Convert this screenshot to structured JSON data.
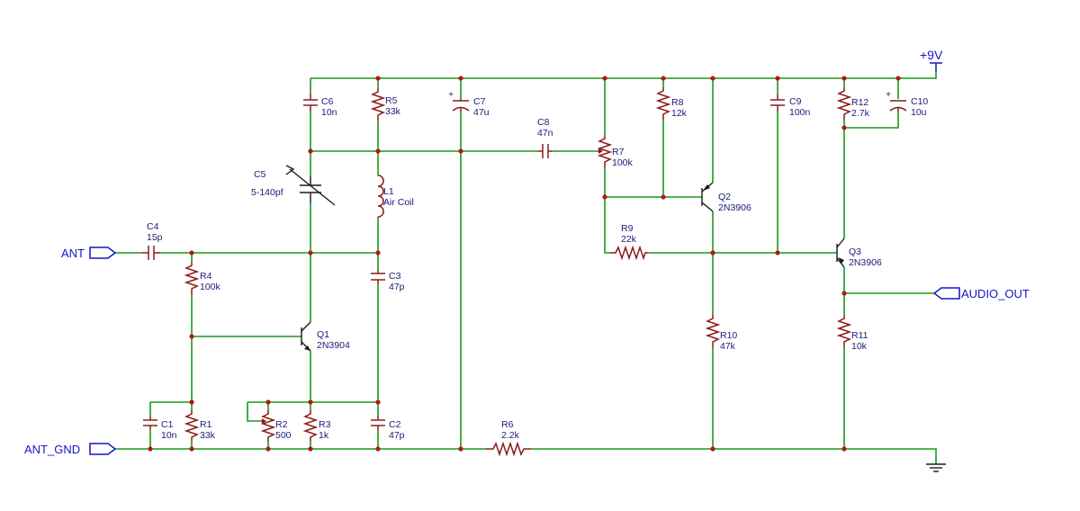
{
  "ports": {
    "ant": "ANT",
    "ant_gnd": "ANT_GND",
    "audio_out": "AUDIO_OUT"
  },
  "power": {
    "supply": "+9V"
  },
  "components": {
    "C1": {
      "ref": "C1",
      "value": "10n"
    },
    "C2": {
      "ref": "C2",
      "value": "47p"
    },
    "C3": {
      "ref": "C3",
      "value": "47p"
    },
    "C4": {
      "ref": "C4",
      "value": "15p"
    },
    "C5": {
      "ref": "C5",
      "value": "5-140pf"
    },
    "C6": {
      "ref": "C6",
      "value": "10n"
    },
    "C7": {
      "ref": "C7",
      "value": "47u"
    },
    "C8": {
      "ref": "C8",
      "value": "47n"
    },
    "C9": {
      "ref": "C9",
      "value": "100n"
    },
    "C10": {
      "ref": "C10",
      "value": "10u"
    },
    "R1": {
      "ref": "R1",
      "value": "33k"
    },
    "R2": {
      "ref": "R2",
      "value": "500"
    },
    "R3": {
      "ref": "R3",
      "value": "1k"
    },
    "R4": {
      "ref": "R4",
      "value": "100k"
    },
    "R5": {
      "ref": "R5",
      "value": "33k"
    },
    "R6": {
      "ref": "R6",
      "value": "2.2k"
    },
    "R7": {
      "ref": "R7",
      "value": "100k"
    },
    "R8": {
      "ref": "R8",
      "value": "12k"
    },
    "R9": {
      "ref": "R9",
      "value": "22k"
    },
    "R10": {
      "ref": "R10",
      "value": "47k"
    },
    "R11": {
      "ref": "R11",
      "value": "10k"
    },
    "R12": {
      "ref": "R12",
      "value": "2.7k"
    },
    "L1": {
      "ref": "L1",
      "value": "Air Coil"
    },
    "Q1": {
      "ref": "Q1",
      "value": "2N3904"
    },
    "Q2": {
      "ref": "Q2",
      "value": "2N3906"
    },
    "Q3": {
      "ref": "Q3",
      "value": "2N3906"
    }
  },
  "polarity_mark": "+",
  "colors": {
    "wire": "#1a9a1a",
    "component": "#8b1a1a",
    "junction": "#b01818",
    "label": "#1a1a7a",
    "port": "#1515c8"
  }
}
